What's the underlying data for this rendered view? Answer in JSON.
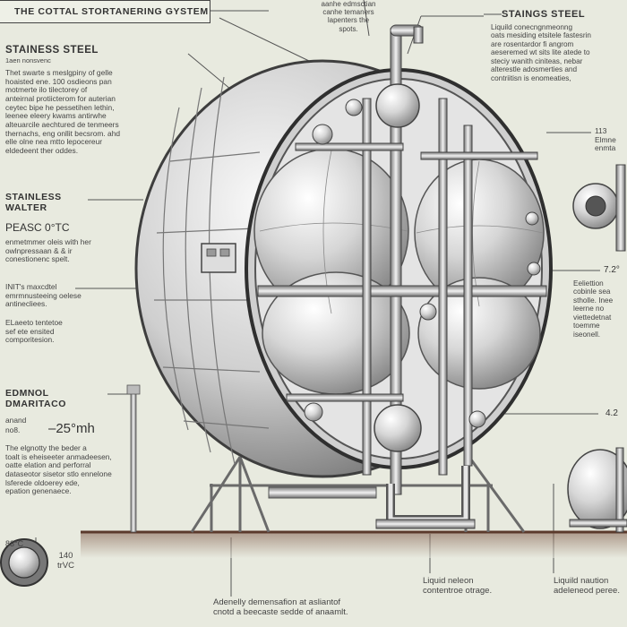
{
  "header": {
    "title": "THE COTTAL STORTANERING GYSTEM"
  },
  "top_note": {
    "lines": [
      "",
      "aanhe edmsctian",
      "canhe temaners",
      "lapenters the",
      "spots."
    ]
  },
  "left_panel": {
    "heading1": "STAINESS STEEL",
    "sub1": "1aen nonsvenc",
    "para1": [
      "Thet swarte s meslgpiny of gelle",
      "hoaisted ene. 100 osdieons pan",
      "motmerte ilo tilectorey of",
      "anteirnal protiicterom for auterian",
      "ceytec bipe he pessetihen lethin,",
      "leenee eleery kwams antirwhe",
      "alteuarcile aechtured de tenmeers",
      "thernachs, eng onllit becsrom. ahd",
      "elle olne nea mtto lepocereur",
      "eldedeent ther oddes."
    ],
    "heading2": [
      "STAINLESS",
      "WALTER"
    ],
    "temp": "PEASC 0°TC",
    "para2": [
      "enmetmmer oleis with her",
      "owlnpressaan & & ir",
      "conestionenc spelt."
    ],
    "para3": [
      "INIT's maxcdtel",
      "emrmnusteeing oelese",
      "antinecliees."
    ],
    "para4": [
      "ELaeeto tentetoe",
      "sef ete ensited",
      "comporitesion."
    ],
    "heading3": [
      "EDMNOL",
      "DMARITACO"
    ],
    "speed_label": "anand",
    "speed_prefix": "no8.",
    "speed_value": "–25°mh",
    "para5": [
      "The elgnotty the beder a",
      "toalt is eheiseeter anmadeesen,",
      "oatte elation and perforral",
      "dataseotor sisetor stlo ennelone",
      "lsferede oldoerey ede,",
      "epation genenaece."
    ]
  },
  "right_panel": {
    "heading": "STAINGS STEEL",
    "para": [
      "Liquild conecngnmeonng",
      "oats mesiding etsitele fastesrin",
      "are rosentardor fi angrom",
      "aeseremed wt sits lite atede to",
      "steciy wanith ciniteas, nebar",
      "alterestle adosmerties and",
      "contriitisn is enomeaties,"
    ],
    "dim1": [
      "113",
      "Elmne",
      "enmta"
    ],
    "dim2": "7.2°",
    "para2": [
      "Eeliettion",
      "cobinle sea",
      "stholle. Inee",
      "leerne no",
      "viettedetnat",
      "toemme",
      "iseonell."
    ],
    "dim3": "4.2"
  },
  "bottom": {
    "left_temp": "83°C",
    "left_dim": [
      "140",
      "trVC"
    ],
    "center_note": [
      "Adenelly demensafion at asliantof",
      "cnotd a beecaste sedde of anaamlt."
    ],
    "liquid1": [
      "Liquid neleon",
      "contentroe otrage."
    ],
    "liquid2": [
      "Liquild naution",
      "adeleneod peree."
    ]
  },
  "colors": {
    "paper": "#e8eadf",
    "steel_light": "#f4f4f4",
    "steel_mid": "#bdbdbd",
    "steel_dark": "#5a5a5a",
    "ground": "#6e4a38",
    "ink": "#333333"
  }
}
